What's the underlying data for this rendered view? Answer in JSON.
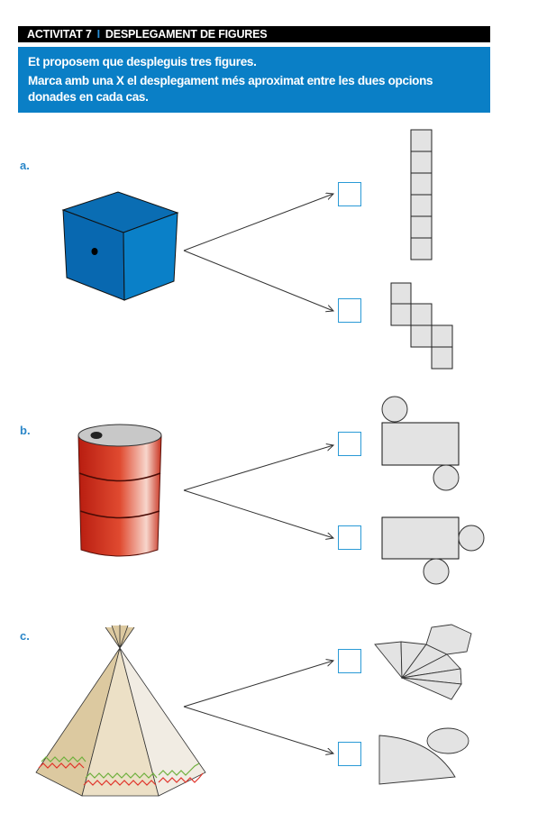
{
  "header": {
    "activity": "ACTIVITAT 7",
    "separator": "I",
    "title": "DESPLEGAMENT DE FIGURES"
  },
  "instructions": {
    "line1": "Et proposem que despleguis tres figures.",
    "line2": "Marca amb una X el desplegament més aproximat entre les dues opcions donades en cada cas."
  },
  "colors": {
    "accent_blue": "#0a7fc6",
    "checkbox_border": "#2a9ad6",
    "net_fill": "#e3e3e3"
  },
  "exercises": [
    {
      "label": "a.",
      "figure": "cube",
      "options": [
        {
          "net": "six squares in a vertical column",
          "checked": false
        },
        {
          "net": "staircase of six squares",
          "checked": false
        }
      ]
    },
    {
      "label": "b.",
      "figure": "cylinder (oil barrel)",
      "options": [
        {
          "net": "rectangle with circles on opposite sides",
          "checked": false
        },
        {
          "net": "rectangle with circles on right side and bottom",
          "checked": false
        }
      ]
    },
    {
      "label": "c.",
      "figure": "pyramid (tipi)",
      "options": [
        {
          "net": "fan of triangles with a hexagon",
          "checked": false
        },
        {
          "net": "circular sector with an ellipse",
          "checked": false
        }
      ]
    }
  ]
}
